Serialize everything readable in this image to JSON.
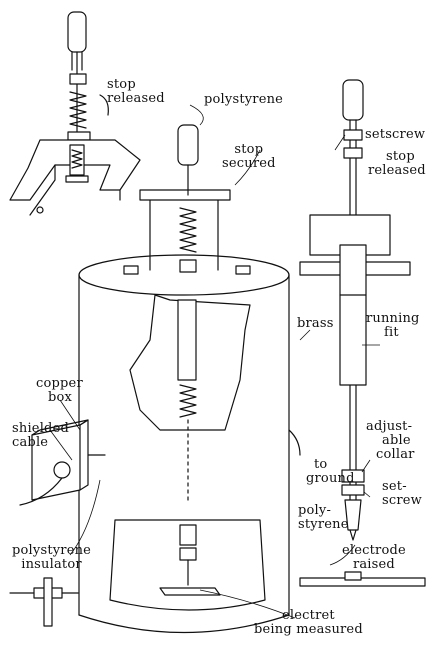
{
  "labels": {
    "stop_released_top": [
      "stop",
      "released"
    ],
    "polystyrene_top": "polystyrene",
    "stop_secured": [
      "stop",
      "secured"
    ],
    "setscrew_top": "setscrew",
    "stop_released_right": [
      "stop",
      "released"
    ],
    "brass": "brass",
    "running_fit": [
      "running",
      "fit"
    ],
    "copper_box": [
      "copper",
      "box"
    ],
    "shielded_cable": [
      "shielded",
      "cable"
    ],
    "to_ground": [
      "to",
      "ground"
    ],
    "adjustable_collar": [
      "adjust-",
      "able",
      "collar"
    ],
    "setscrew_bottom": [
      "set-",
      "screw"
    ],
    "polystyrene_right": [
      "poly-",
      "styrene"
    ],
    "polystyrene_insulator": [
      "polystyrene",
      "insulator"
    ],
    "electrode_raised": [
      "electrode",
      "raised"
    ],
    "electret": [
      "electret",
      "being measured"
    ]
  },
  "colors": {
    "ink": "#111111",
    "paper": "#ffffff"
  }
}
